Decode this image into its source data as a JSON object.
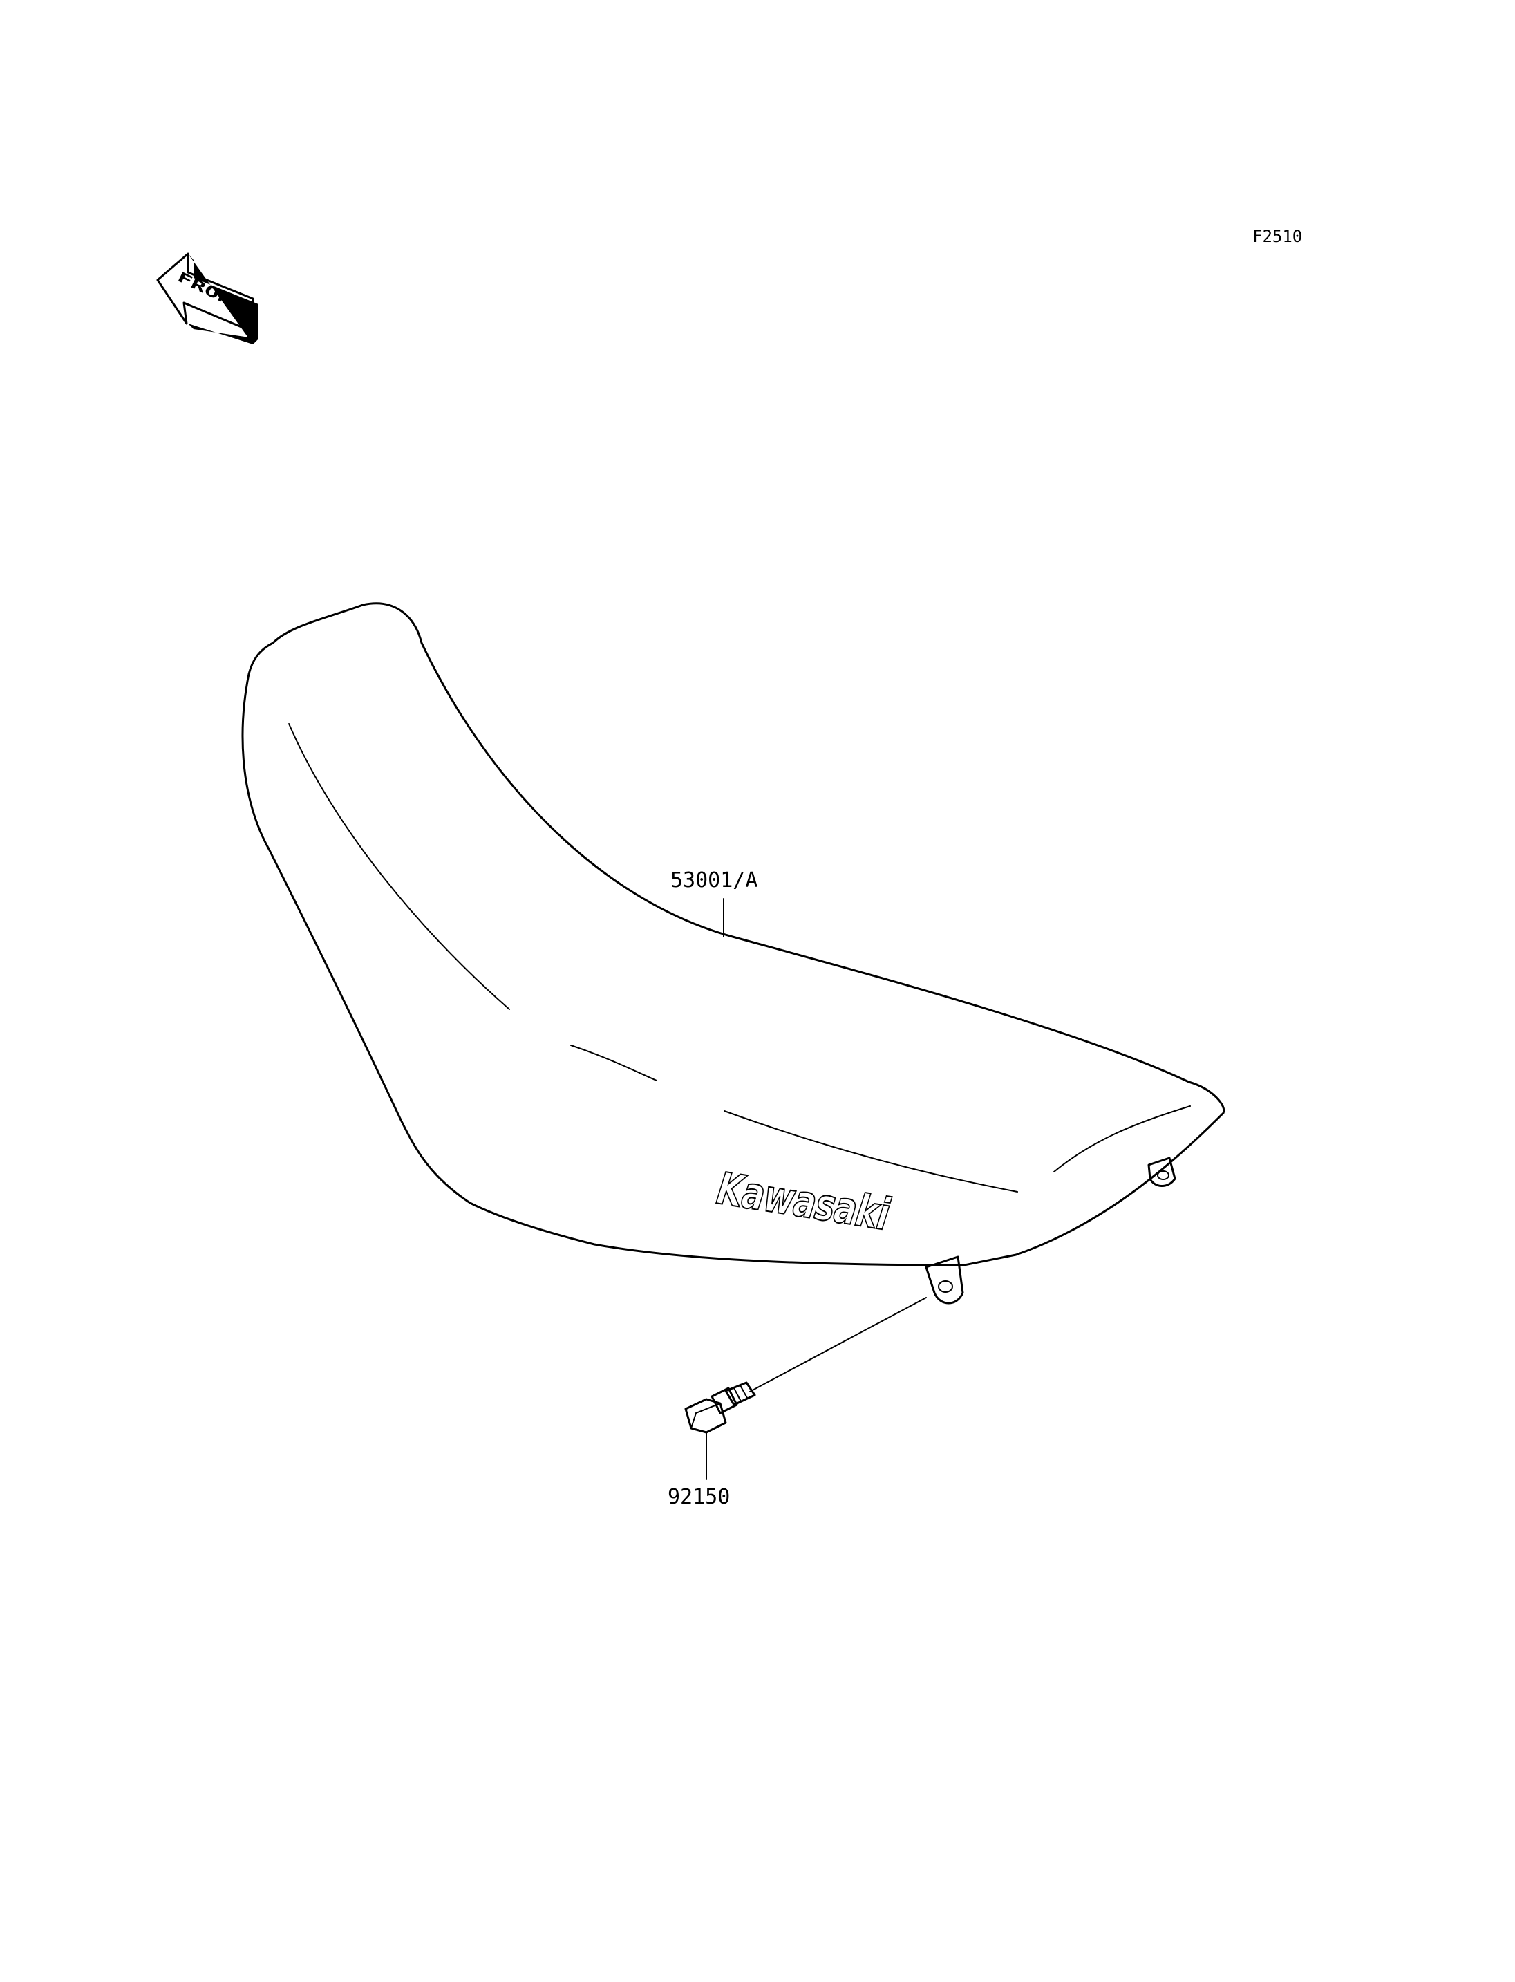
{
  "diagram": {
    "figure_ref": "F2510",
    "front_indicator": "FRONT",
    "parts": [
      {
        "number": "53001/A",
        "component": "seat"
      },
      {
        "number": "92150",
        "component": "bolt"
      }
    ],
    "brand_mark": "Kawasaki"
  }
}
